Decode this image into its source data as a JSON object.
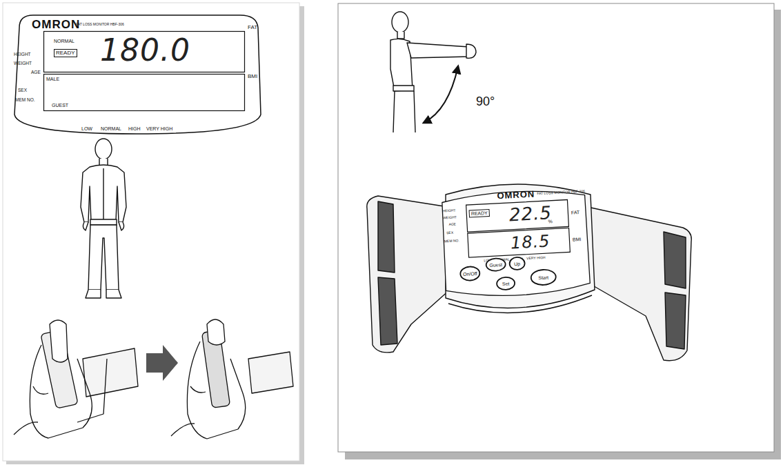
{
  "diagram": {
    "nodes": [
      {
        "text": [
          "OMRON",
          "FAT LOSS MONITOR HBF-306",
          "HEIGHT",
          "WEIGHT",
          "AGE",
          "SEX",
          "MEM NO.",
          "LOW",
          "NORMAL",
          "HIGH",
          "VERY HIGH"
        ]
      },
      {
        "text": [
          "NORMAL",
          "READY",
          "180.0",
          "FAT"
        ],
        "in": 0
      },
      {
        "text": [
          "MALE",
          "GUEST",
          "BMI"
        ],
        "in": 0
      },
      {
        "text": [
          "OMRON",
          "FAT LOSS MONITOR HBF-306",
          "HEIGHT",
          "WEIGHT",
          "AGE",
          "SEX",
          "MEM NO.",
          "LOW",
          "NORMAL",
          "HIGH",
          "VERY HIGH"
        ]
      },
      {
        "text": [
          "READY",
          "22.5",
          "%",
          "FAT"
        ],
        "in": 3
      },
      {
        "text": [
          "18.5",
          "BMI"
        ],
        "in": 3
      },
      {
        "text": [
          "On/Off"
        ],
        "in": 3
      },
      {
        "text": [
          "Guest"
        ],
        "in": 3
      },
      {
        "text": [
          "Up"
        ],
        "in": 3
      },
      {
        "text": [
          "Set"
        ],
        "in": 3
      },
      {
        "text": [
          "Start"
        ],
        "in": 3
      }
    ],
    "labels": [
      "90°"
    ]
  }
}
